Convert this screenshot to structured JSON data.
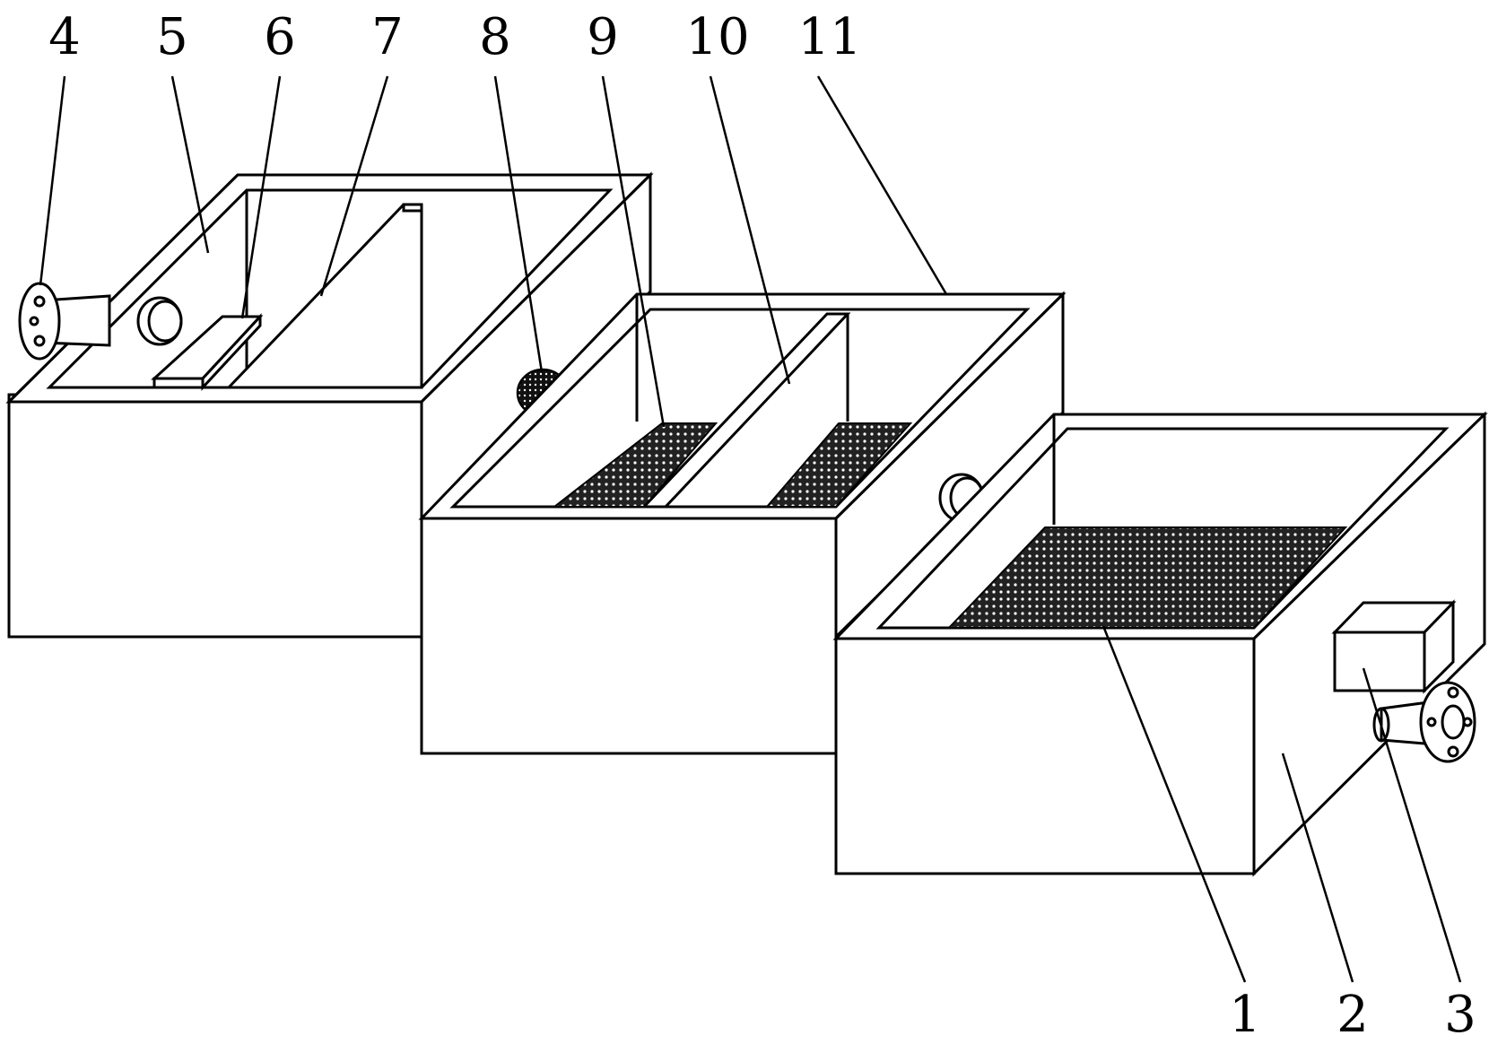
{
  "labels": {
    "l1": "1",
    "l2": "2",
    "l3": "3",
    "l4": "4",
    "l5": "5",
    "l6": "6",
    "l7": "7",
    "l8": "8",
    "l9": "9",
    "l10": "10",
    "l11": "11"
  },
  "colors": {
    "line": "#000000",
    "background": "#ffffff",
    "mesh": "#222222"
  }
}
